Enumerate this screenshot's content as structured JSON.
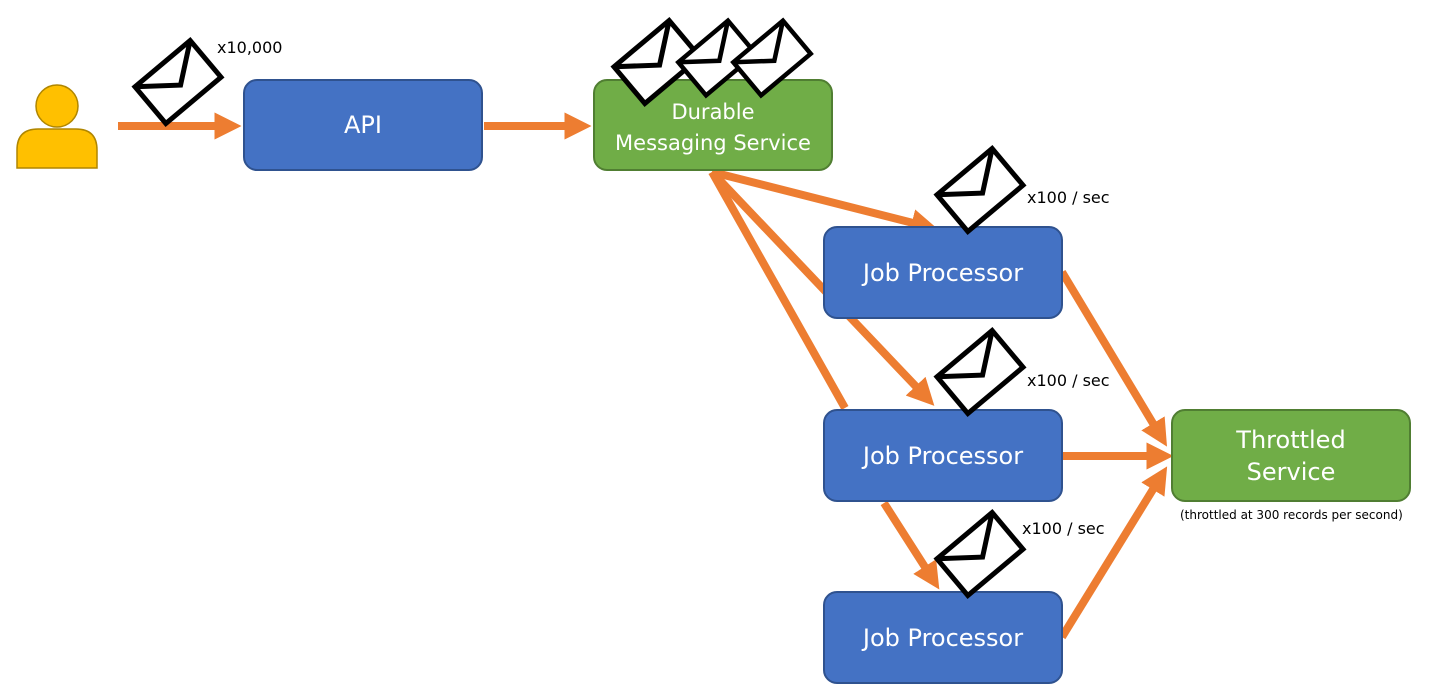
{
  "colors": {
    "arrow": "#ED7D31",
    "blue_box": "#4472C4",
    "green_box": "#70AD47",
    "user": "#FFC000"
  },
  "user": {
    "icon": "person-icon"
  },
  "api": {
    "label": "API",
    "envelope_icon": "envelope-icon",
    "note": "x10,000"
  },
  "messaging_service": {
    "label_line1": "Durable",
    "label_line2": "Messaging Service",
    "envelope_icon": "envelope-icon"
  },
  "job_processors": [
    {
      "label": "Job Processor",
      "note": "x100 / sec"
    },
    {
      "label": "Job Processor",
      "note": "x100 / sec"
    },
    {
      "label": "Job Processor",
      "note": "x100 / sec"
    }
  ],
  "throttled_service": {
    "label_line1": "Throttled",
    "label_line2": "Service",
    "note": "(throttled at 300 records per second)"
  }
}
